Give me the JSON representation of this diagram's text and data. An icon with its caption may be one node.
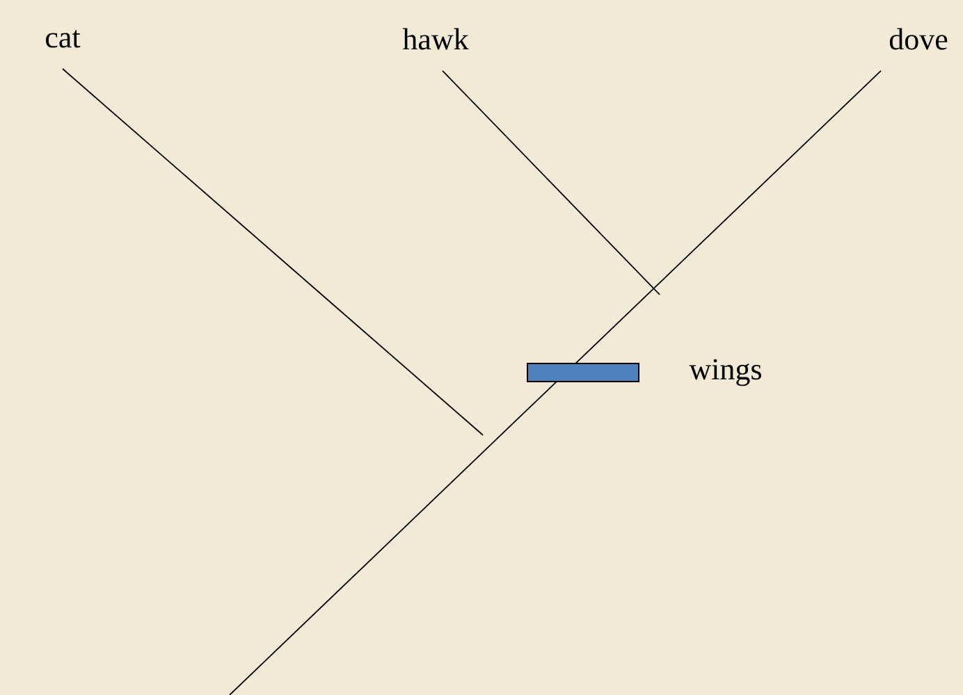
{
  "diagram": {
    "nodes": [
      {
        "text": [
          "cat"
        ]
      },
      {
        "text": [
          "hawk"
        ]
      },
      {
        "text": [
          "dove"
        ]
      },
      {
        "text": [],
        "shape": "bar",
        "beside": [
          "wings"
        ]
      }
    ],
    "edges": [
      {
        "from": null,
        "to": 0,
        "arrow": "none"
      },
      {
        "from": null,
        "to": 1,
        "arrow": "none"
      },
      {
        "from": null,
        "to": 2,
        "arrow": "none"
      }
    ]
  }
}
